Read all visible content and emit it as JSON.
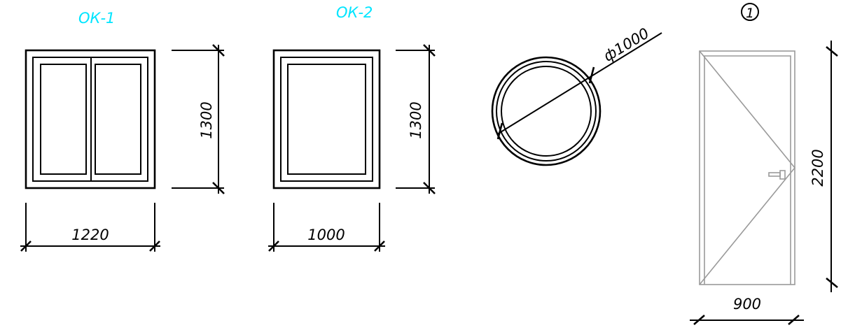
{
  "window1": {
    "label": "ОК-1",
    "width_dim": "1220",
    "height_dim": "1300"
  },
  "window2": {
    "label": "ОК-2",
    "width_dim": "1000",
    "height_dim": "1300"
  },
  "round_window": {
    "diameter_dim": "ф1000"
  },
  "door": {
    "marker": "1",
    "width_dim": "900",
    "height_dim": "2200"
  },
  "colors": {
    "caption": "#00e5ff",
    "lines": "#000000",
    "door_lines": "#9a9a9a"
  }
}
